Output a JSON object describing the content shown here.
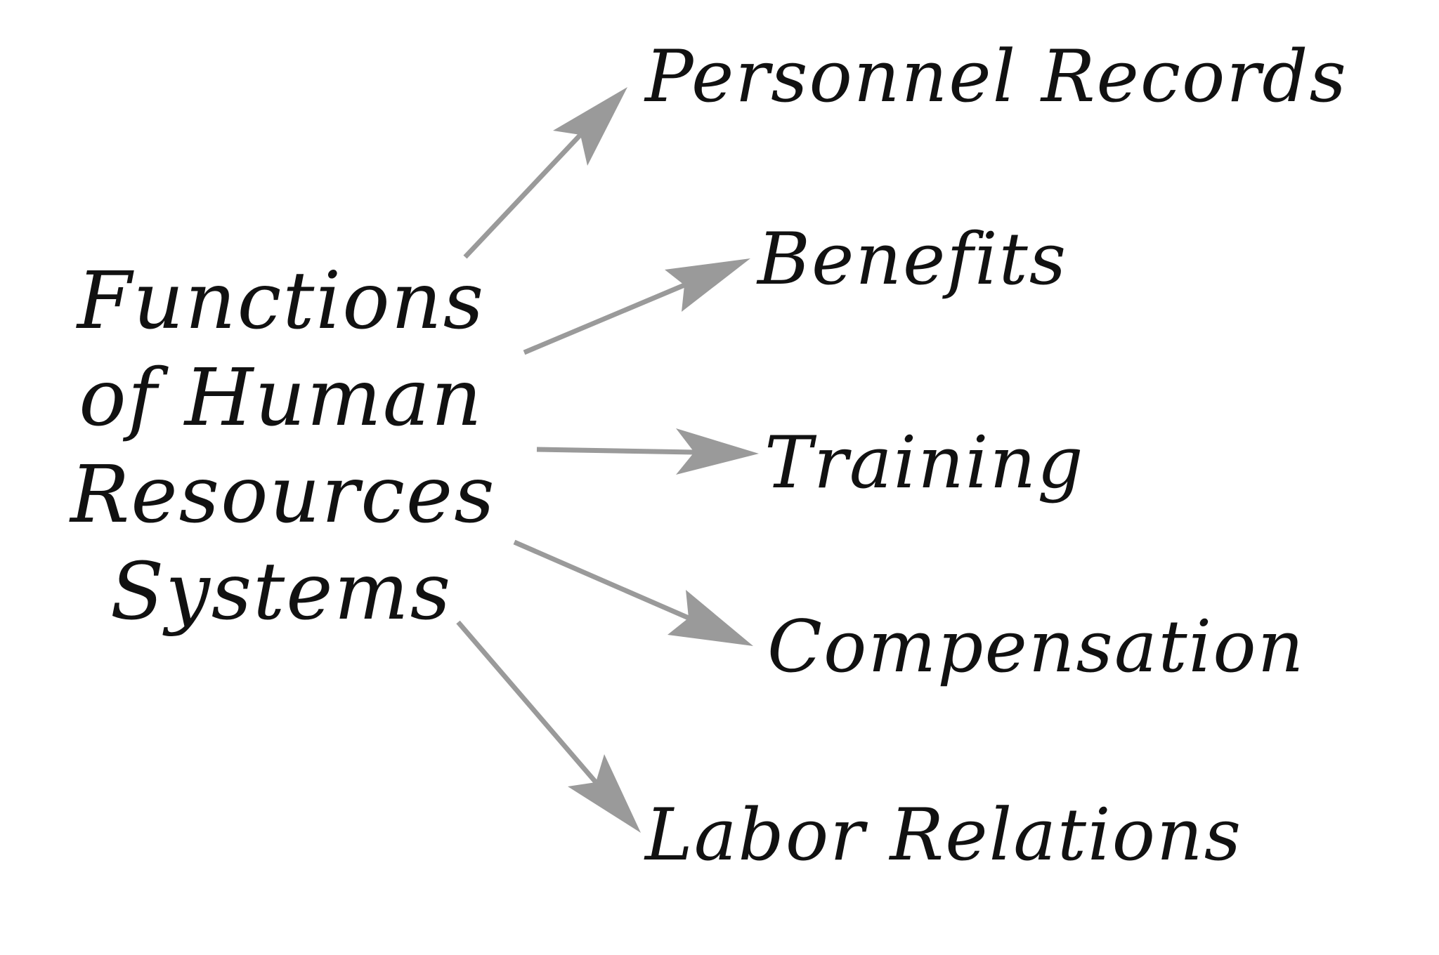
{
  "title_lines": [
    "Functions",
    "of Human",
    "Resources",
    "Systems"
  ],
  "functions": [
    {
      "label": "Personnel Records"
    },
    {
      "label": "Benefits"
    },
    {
      "label": "Training"
    },
    {
      "label": "Compensation"
    },
    {
      "label": "Labor Relations"
    }
  ],
  "colors": {
    "text": "#111111",
    "arrow": "#9a9a9a",
    "background": "#ffffff"
  }
}
